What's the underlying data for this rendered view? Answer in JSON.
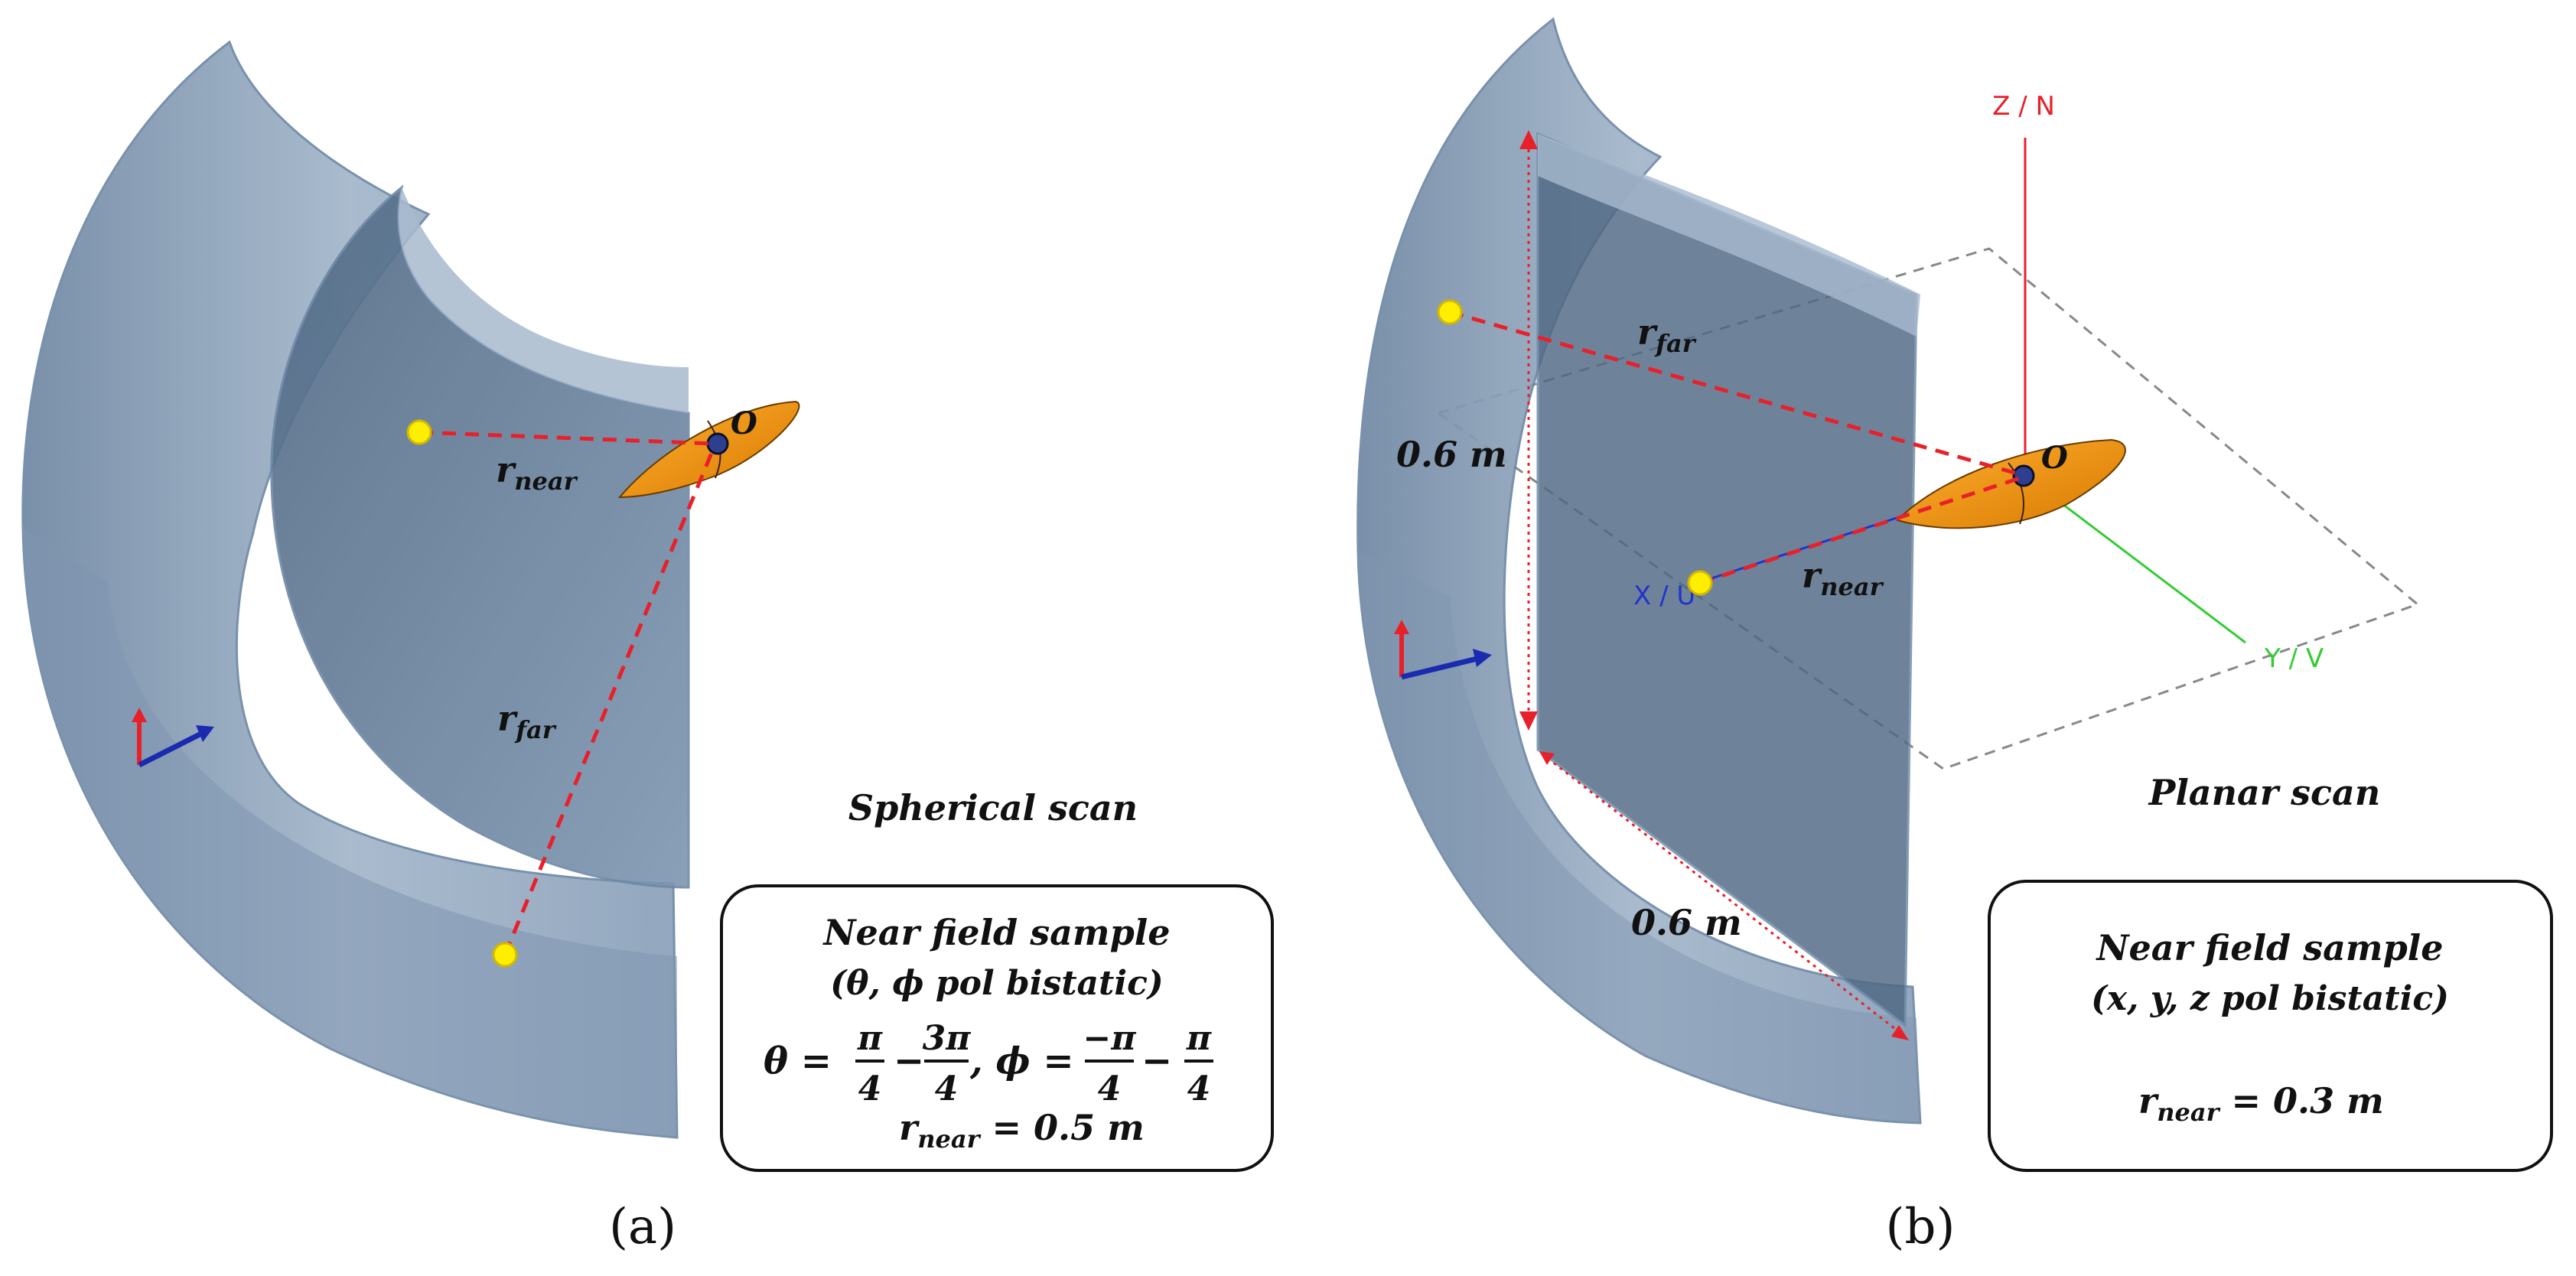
{
  "panel_a": {
    "caption": "(a)",
    "scan_title": "Spherical scan",
    "origin_label": "O",
    "r_near_label": "r",
    "r_near_sub": "near",
    "r_far_label": "r",
    "r_far_sub": "far",
    "box": {
      "line1": "Near field sample",
      "line2": "(θ, ϕ pol bistatic)",
      "theta_var": "θ =",
      "pi": "π",
      "three_pi": "3π",
      "minus_pi": "−π",
      "four": "4",
      "minus": "−",
      "comma_phi": ", ϕ =",
      "rnear_r": "r",
      "rnear_sub": "near",
      "rnear_val": " = 0.5 m"
    }
  },
  "panel_b": {
    "caption": "(b)",
    "scan_title": "Planar scan",
    "origin_label": "O",
    "r_near_label": "r",
    "r_near_sub": "near",
    "r_far_label": "r",
    "r_far_sub": "far",
    "height_label": "0.6 m",
    "width_label": "0.6 m",
    "axis_z": "Z / N",
    "axis_x": "X / U",
    "axis_y": "Y / V",
    "box": {
      "line1": "Near field sample",
      "line2": "(x, y, z pol bistatic)",
      "rnear_r": "r",
      "rnear_sub": "near",
      "rnear_val": " = 0.3 m"
    }
  },
  "colors": {
    "surface": "#8fa5bd",
    "surface_dark": "#5b7490",
    "surface_edge": "#6d88a6",
    "lobe": "#f09a12",
    "probe": "#ffee00",
    "dashed_red": "#e8202a",
    "axis_z": "#e8202a",
    "axis_x": "#2233cc",
    "axis_y": "#33cc33"
  }
}
